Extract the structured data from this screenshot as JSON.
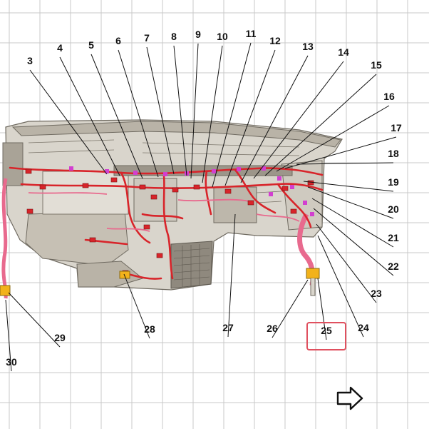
{
  "callouts": [
    "3",
    "4",
    "5",
    "6",
    "7",
    "8",
    "9",
    "10",
    "11",
    "12",
    "13",
    "14",
    "15",
    "16",
    "17",
    "18",
    "19",
    "20",
    "21",
    "22",
    "23",
    "24",
    "25",
    "26",
    "27",
    "28",
    "29",
    "30"
  ],
  "highlighted_callout": "25",
  "colors": {
    "grid": "#c8c8c8",
    "dashboard_body": "#d9d5cc",
    "dashboard_shadow": "#a9a397",
    "dashboard_dark": "#7d776c",
    "harness_red": "#d8242a",
    "harness_pink": "#e86a8e",
    "connector_magenta": "#d23fd0",
    "connector_yellow": "#f2b21b",
    "highlight_box": "#e0505f"
  },
  "icons": {
    "next_page": "arrow-right-outline-icon"
  }
}
